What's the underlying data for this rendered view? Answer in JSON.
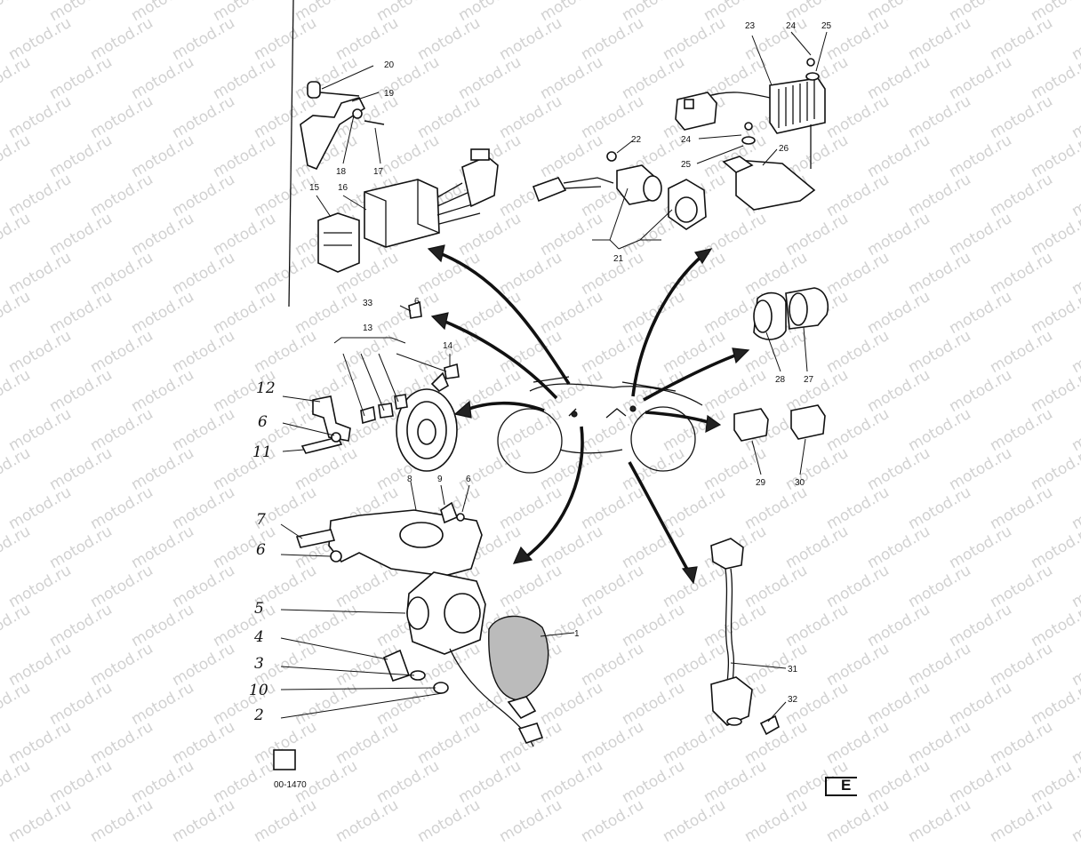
{
  "watermark": "motod.ru",
  "doc_code": "00-1470",
  "section_letter": "E",
  "labels": {
    "p1": "1",
    "p2": "2",
    "p3": "3",
    "p4": "4",
    "p5": "5",
    "p6a": "6",
    "p6b": "6",
    "p6c": "6",
    "p6d": "6",
    "p7": "7",
    "p8": "8",
    "p9": "9",
    "p10": "10",
    "p11": "11",
    "p12": "12",
    "p13": "13",
    "p14": "14",
    "p15": "15",
    "p16": "16",
    "p17": "17",
    "p18": "18",
    "p19": "19",
    "p20": "20",
    "p21": "21",
    "p22": "22",
    "p23": "23",
    "p24a": "24",
    "p24b": "24",
    "p25a": "25",
    "p25b": "25",
    "p26": "26",
    "p27": "27",
    "p28": "28",
    "p29": "29",
    "p30": "30",
    "p31": "31",
    "p32": "32",
    "p33": "33"
  }
}
